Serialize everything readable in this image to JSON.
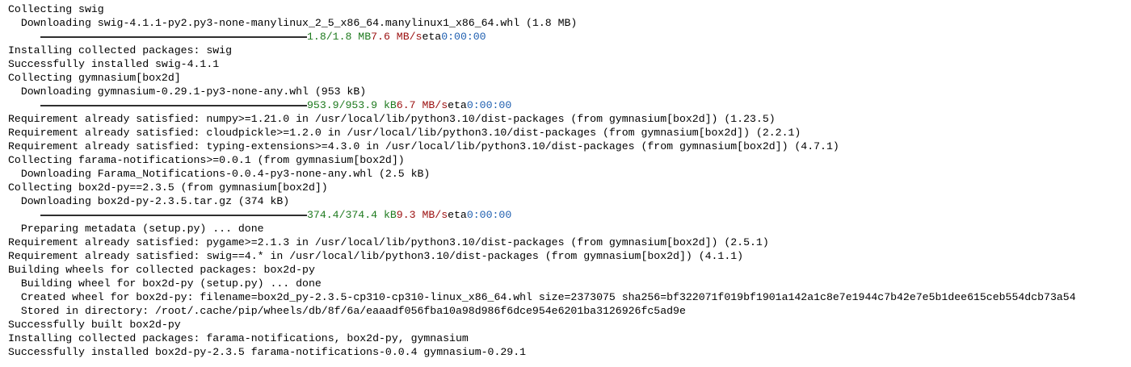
{
  "terminal": {
    "lines": [
      {
        "type": "text",
        "text": "Collecting swig"
      },
      {
        "type": "text",
        "text": "  Downloading swig-4.1.1-py2.py3-none-manylinux_2_5_x86_64.manylinux1_x86_64.whl (1.8 MB)"
      },
      {
        "type": "progress",
        "fraction": 1.0,
        "done": "1.8/1.8 MB",
        "speed": "7.6 MB/s",
        "eta_label": "eta",
        "eta": "0:00:00"
      },
      {
        "type": "text",
        "text": "Installing collected packages: swig"
      },
      {
        "type": "text",
        "text": "Successfully installed swig-4.1.1"
      },
      {
        "type": "text",
        "text": "Collecting gymnasium[box2d]"
      },
      {
        "type": "text",
        "text": "  Downloading gymnasium-0.29.1-py3-none-any.whl (953 kB)"
      },
      {
        "type": "progress",
        "fraction": 1.0,
        "done": "953.9/953.9 kB",
        "speed": "6.7 MB/s",
        "eta_label": "eta",
        "eta": "0:00:00"
      },
      {
        "type": "text",
        "text": "Requirement already satisfied: numpy>=1.21.0 in /usr/local/lib/python3.10/dist-packages (from gymnasium[box2d]) (1.23.5)"
      },
      {
        "type": "text",
        "text": "Requirement already satisfied: cloudpickle>=1.2.0 in /usr/local/lib/python3.10/dist-packages (from gymnasium[box2d]) (2.2.1)"
      },
      {
        "type": "text",
        "text": "Requirement already satisfied: typing-extensions>=4.3.0 in /usr/local/lib/python3.10/dist-packages (from gymnasium[box2d]) (4.7.1)"
      },
      {
        "type": "text",
        "text": "Collecting farama-notifications>=0.0.1 (from gymnasium[box2d])"
      },
      {
        "type": "text",
        "text": "  Downloading Farama_Notifications-0.0.4-py3-none-any.whl (2.5 kB)"
      },
      {
        "type": "text",
        "text": "Collecting box2d-py==2.3.5 (from gymnasium[box2d])"
      },
      {
        "type": "text",
        "text": "  Downloading box2d-py-2.3.5.tar.gz (374 kB)"
      },
      {
        "type": "progress",
        "fraction": 1.0,
        "done": "374.4/374.4 kB",
        "speed": "9.3 MB/s",
        "eta_label": "eta",
        "eta": "0:00:00"
      },
      {
        "type": "text",
        "text": "  Preparing metadata (setup.py) ... done"
      },
      {
        "type": "text",
        "text": "Requirement already satisfied: pygame>=2.1.3 in /usr/local/lib/python3.10/dist-packages (from gymnasium[box2d]) (2.5.1)"
      },
      {
        "type": "text",
        "text": "Requirement already satisfied: swig==4.* in /usr/local/lib/python3.10/dist-packages (from gymnasium[box2d]) (4.1.1)"
      },
      {
        "type": "text",
        "text": "Building wheels for collected packages: box2d-py"
      },
      {
        "type": "text",
        "text": "  Building wheel for box2d-py (setup.py) ... done"
      },
      {
        "type": "text",
        "text": "  Created wheel for box2d-py: filename=box2d_py-2.3.5-cp310-cp310-linux_x86_64.whl size=2373075 sha256=bf322071f019bf1901a142a1c8e7e1944c7b42e7e5b1dee615ceb554dcb73a54"
      },
      {
        "type": "text",
        "text": "  Stored in directory: /root/.cache/pip/wheels/db/8f/6a/eaaadf056fba10a98d986f6dce954e6201ba3126926fc5ad9e"
      },
      {
        "type": "text",
        "text": "Successfully built box2d-py"
      },
      {
        "type": "text",
        "text": "Installing collected packages: farama-notifications, box2d-py, gymnasium"
      },
      {
        "type": "text",
        "text": "Successfully installed box2d-py-2.3.5 farama-notifications-0.0.4 gymnasium-0.29.1"
      }
    ]
  }
}
